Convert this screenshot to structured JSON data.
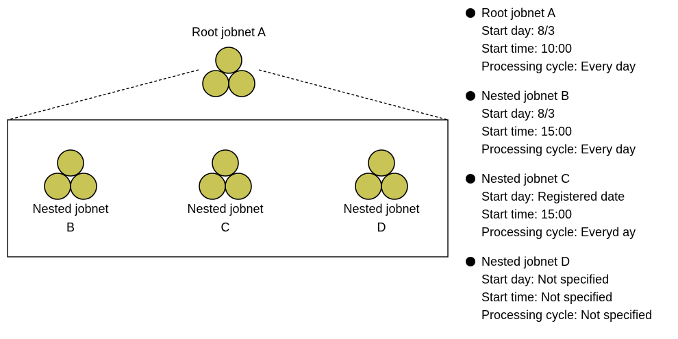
{
  "colors": {
    "node_fill": "#c8c455",
    "node_stroke": "#000000",
    "line": "#000000"
  },
  "root": {
    "label": "Root jobnet A",
    "icon": "jobnet-icon"
  },
  "nested": [
    {
      "line1": "Nested jobnet",
      "line2": "B",
      "icon": "jobnet-icon"
    },
    {
      "line1": "Nested jobnet",
      "line2": "C",
      "icon": "jobnet-icon"
    },
    {
      "line1": "Nested jobnet",
      "line2": "D",
      "icon": "jobnet-icon"
    }
  ],
  "info": [
    {
      "title": "Root jobnet A",
      "start_day": "Start day: 8/3",
      "start_time": "Start time: 10:00",
      "cycle": "Processing cycle: Every day"
    },
    {
      "title": "Nested jobnet B",
      "start_day": "Start day: 8/3",
      "start_time": "Start time: 15:00",
      "cycle": "Processing cycle: Every day"
    },
    {
      "title": "Nested jobnet C",
      "start_day": "Start day: Registered date",
      "start_time": "Start time: 15:00",
      "cycle": "Processing cycle: Everyd ay"
    },
    {
      "title": "Nested jobnet D",
      "start_day": "Start day: Not specified",
      "start_time": "Start time: Not specified",
      "cycle": "Processing cycle: Not specified"
    }
  ]
}
